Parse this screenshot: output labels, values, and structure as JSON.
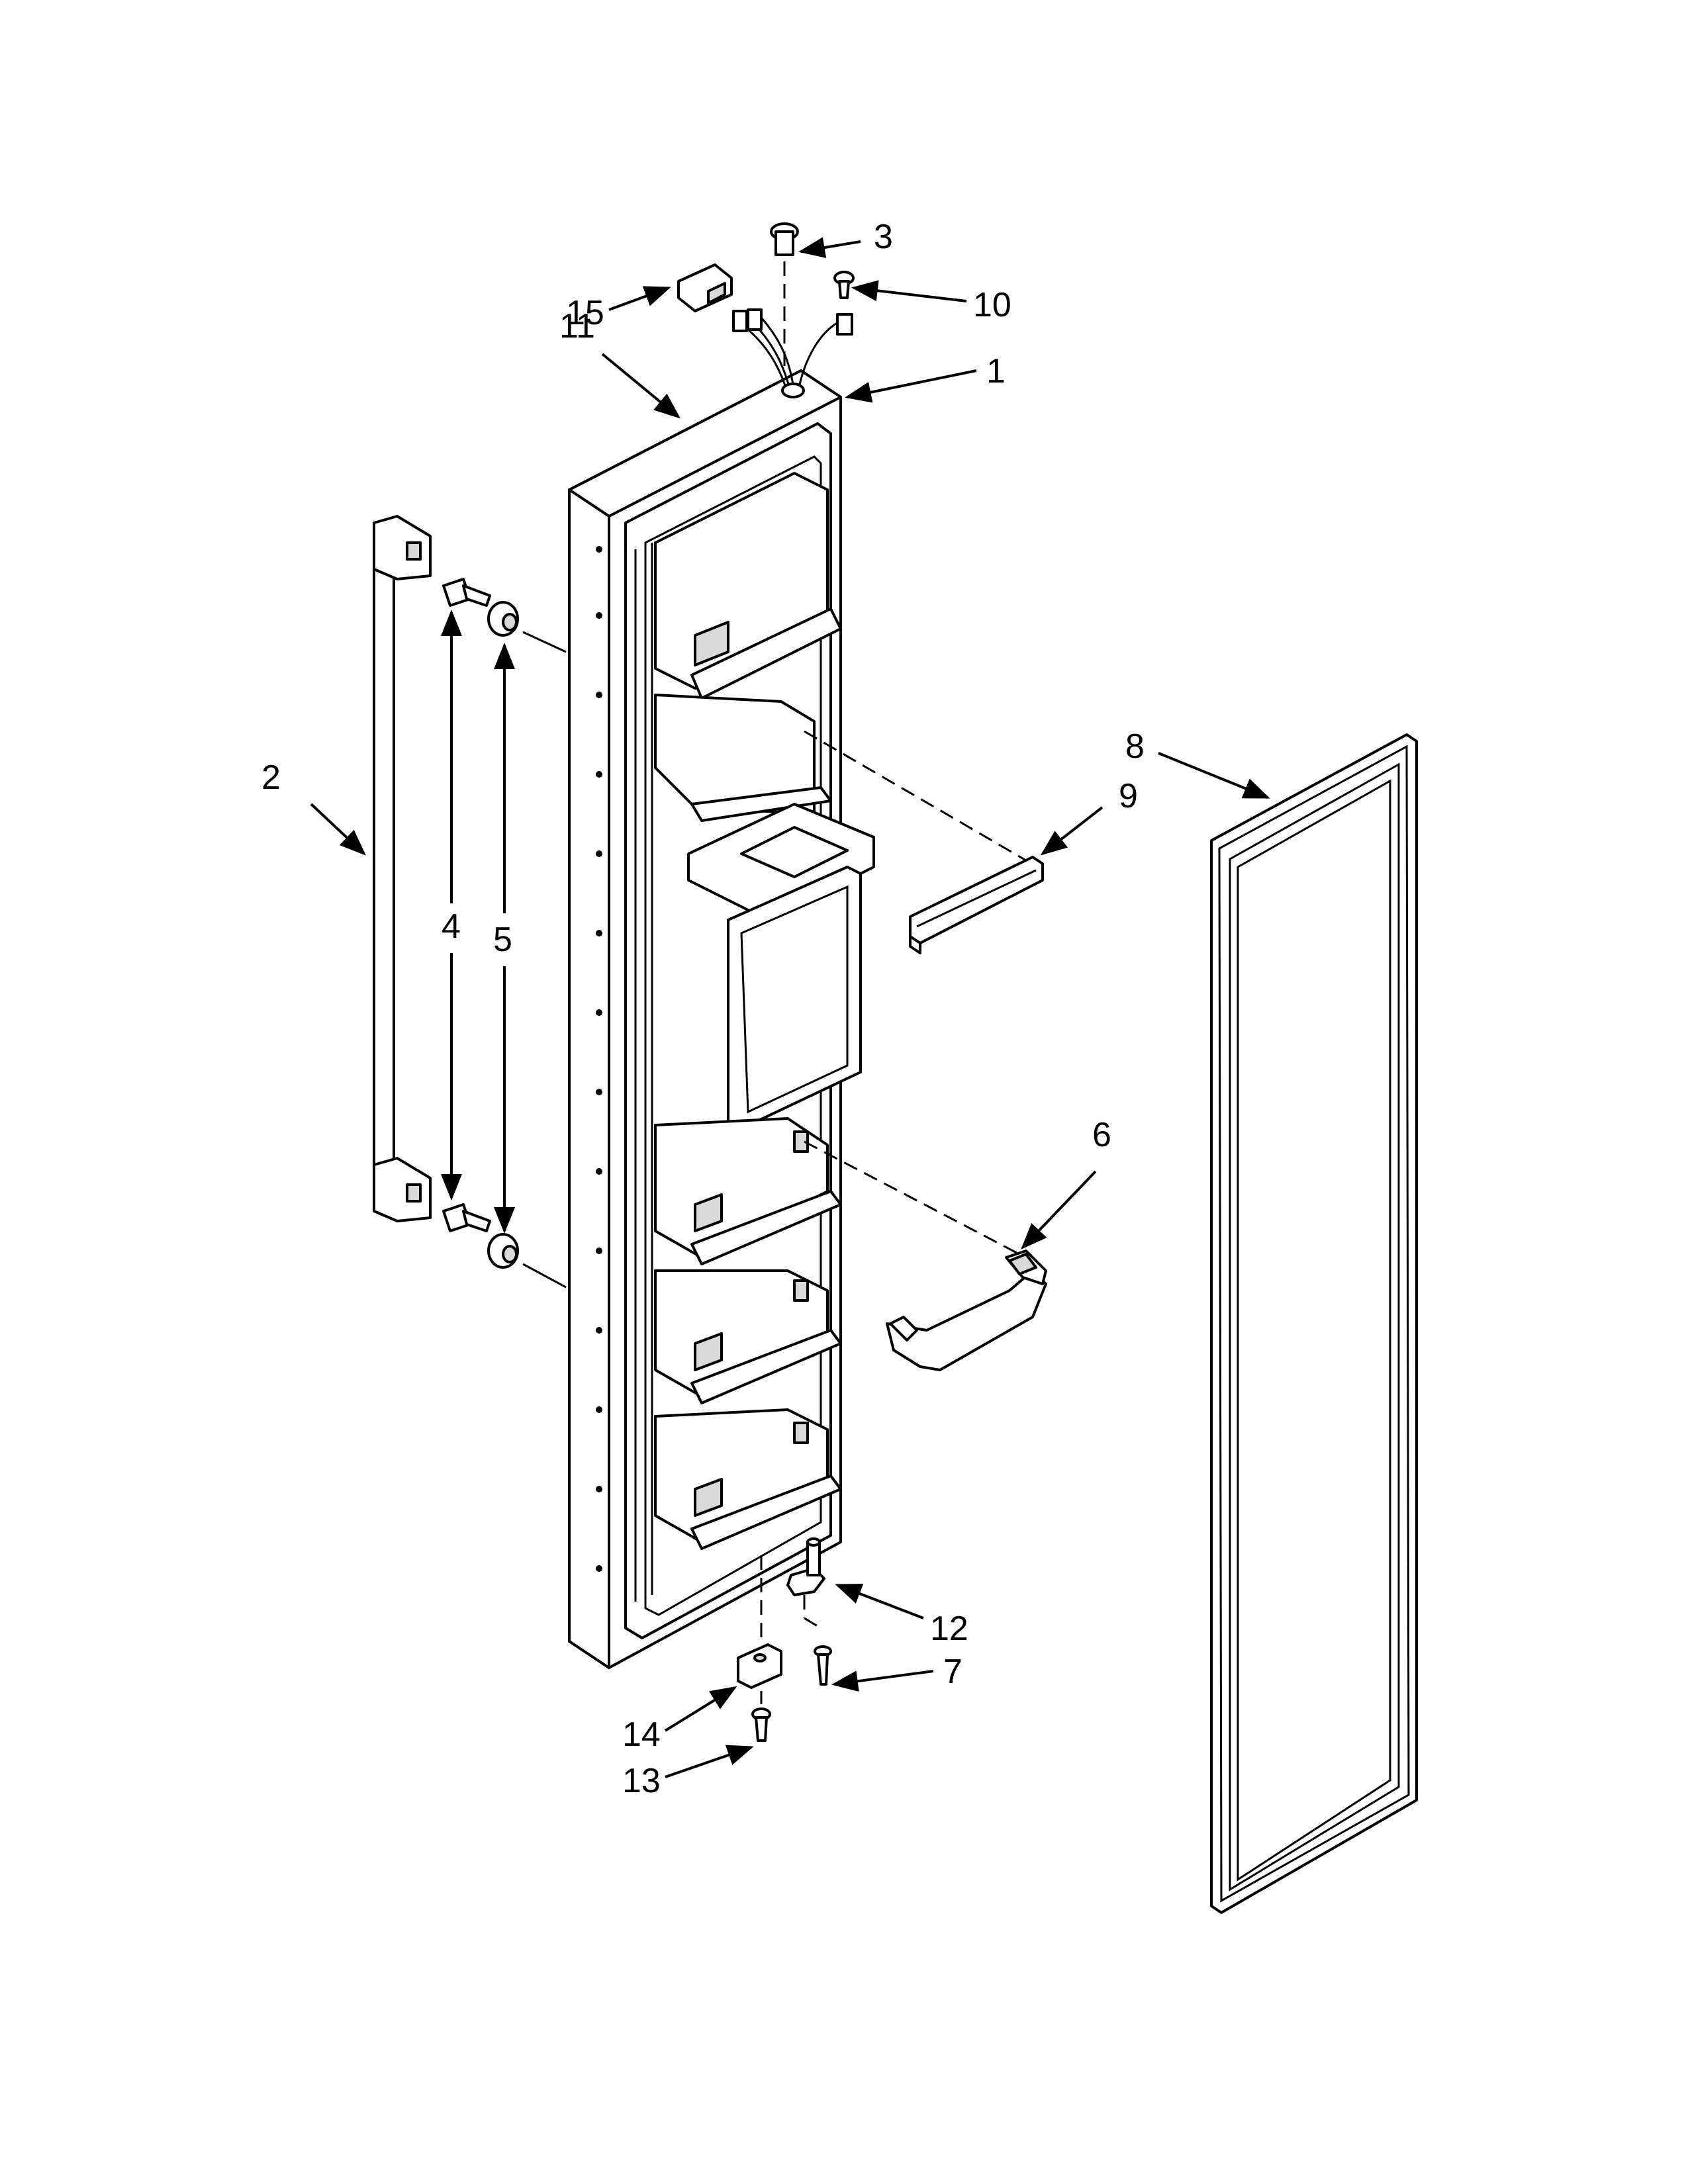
{
  "diagram": {
    "colors": {
      "line": "#000000",
      "background": "#ffffff",
      "shade": "#d9d9d9"
    },
    "callouts": {
      "c1": "1",
      "c2": "2",
      "c3": "3",
      "c4": "4",
      "c5": "5",
      "c6": "6",
      "c7": "7",
      "c8": "8",
      "c9": "9",
      "c10": "10",
      "c11": "11",
      "c12": "12",
      "c13": "13",
      "c14": "14",
      "c15": "15"
    }
  }
}
